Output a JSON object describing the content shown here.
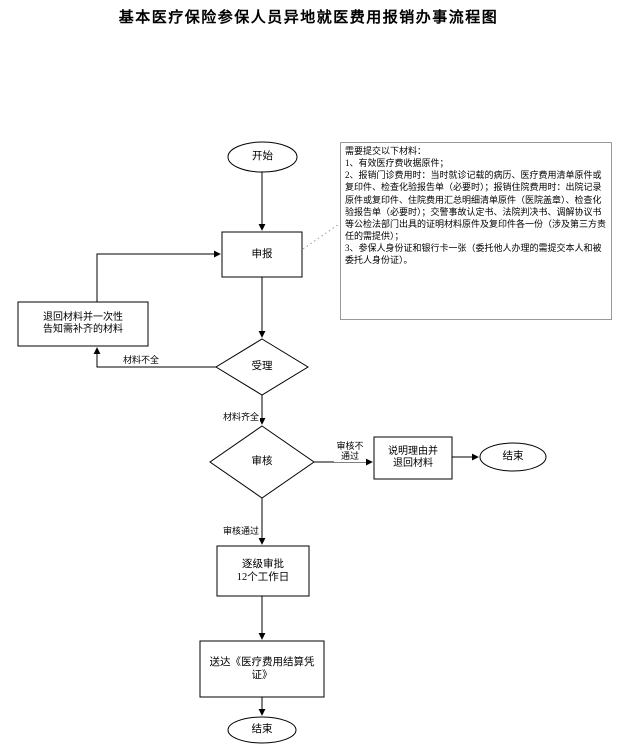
{
  "title": "基本医疗保险参保人员异地就医费用报销办事流程图",
  "nodes": {
    "start": "开始",
    "declare": "申报",
    "accept": "受理",
    "review": "审核",
    "return_materials": "退回材料并一次性\n告知需补齐的材料",
    "explain_return": "说明理由并\n退回材料",
    "end_right": "结束",
    "approval": "逐级审批\n12个工作日",
    "deliver": "送达《医疗费用结算凭\n证》",
    "end_bottom": "结束"
  },
  "labels": {
    "incomplete": "材料不全",
    "complete": "材料齐全",
    "review_fail": "审核不\n通过",
    "review_pass": "审核通过"
  },
  "note": {
    "text": "需要提交以下材料：\n1、有效医疗费收据原件；\n2、报销门诊费用时：当时就诊记载的病历、医疗费用清单原件或复印件、检查化验报告单（必要时）；报销住院费用时：出院记录原件或复印件、住院费用汇总明细清单原件（医院盖章）、检查化验报告单（必要时）；交警事故认定书、法院判决书、调解协议书等公检法部门出具的证明材料原件及复印件各一份（涉及第三方责任的需提供）；\n3、参保人身份证和银行卡一张（委托他人办理的需提交本人和被委托人身份证）。"
  }
}
